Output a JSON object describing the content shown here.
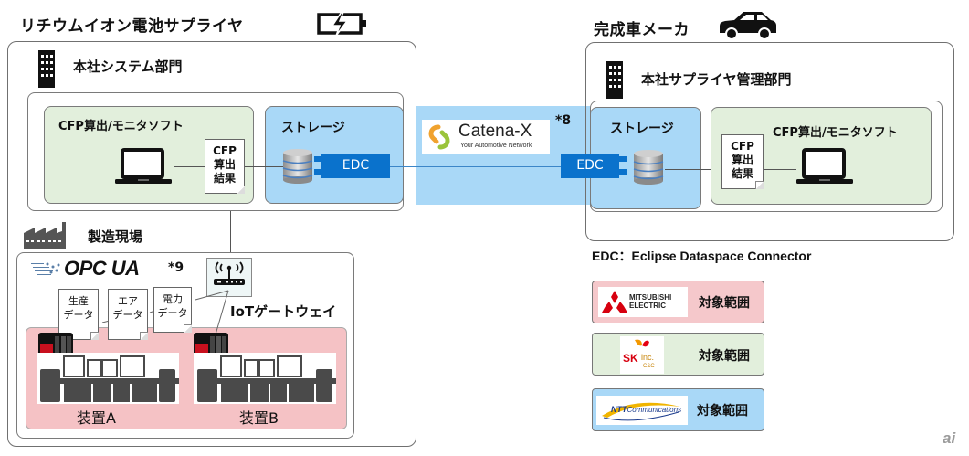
{
  "supplier": {
    "title": "リチウムイオン電池サプライヤ",
    "hq_label": "本社システム部門",
    "cfp_software": "CFP算出/モニタソフト",
    "cfp_result": [
      "CFP",
      "算出",
      "結果"
    ],
    "storage_label": "ストレージ",
    "edc_label": "EDC",
    "factory_label": "製造現場",
    "opc_ua_label": "OPC UA",
    "opc_ua_note": "*9",
    "data_docs": [
      [
        "生産",
        "データ"
      ],
      [
        "エア",
        "データ"
      ],
      [
        "電力",
        "データ"
      ]
    ],
    "iot_gateway_label": "IoTゲートウェイ",
    "equipment": [
      "装置A",
      "装置B"
    ]
  },
  "network": {
    "name": "Catena-X",
    "tagline": "Your Automotive Network",
    "note": "*8"
  },
  "oem": {
    "title": "完成車メーカ",
    "hq_label": "本社サプライヤ管理部門",
    "storage_label": "ストレージ",
    "edc_label": "EDC",
    "cfp_software": "CFP算出/モニタソフト",
    "cfp_result": [
      "CFP",
      "算出",
      "結果"
    ]
  },
  "legend": {
    "edc_definition": "EDC：Eclipse Dataspace Connector",
    "rows": [
      {
        "company": "MITSUBISHI ELECTRIC",
        "logo_lines": [
          "MITSUBISHI",
          "ELECTRIC"
        ],
        "scope": "対象範囲",
        "color": "#f5c8cb"
      },
      {
        "company": "SK inc. C&C",
        "logo_lines": [
          "SK",
          "inc.",
          "C&C"
        ],
        "scope": "対象範囲",
        "color": "#e2efdc"
      },
      {
        "company": "NTT Communications",
        "logo_lines": [
          "NTT",
          "Communications"
        ],
        "scope": "対象範囲",
        "color": "#a9d8f7"
      }
    ]
  },
  "watermark": "ai",
  "colors": {
    "green_area": "#e2efdc",
    "blue_area": "#a9d8f7",
    "pink_area": "#f5c2c5",
    "edc_blue": "#0a72cc",
    "mitsubishi_red": "#d7000f",
    "catena_orange": "#f0a22e",
    "catena_green": "#9ac43b"
  }
}
